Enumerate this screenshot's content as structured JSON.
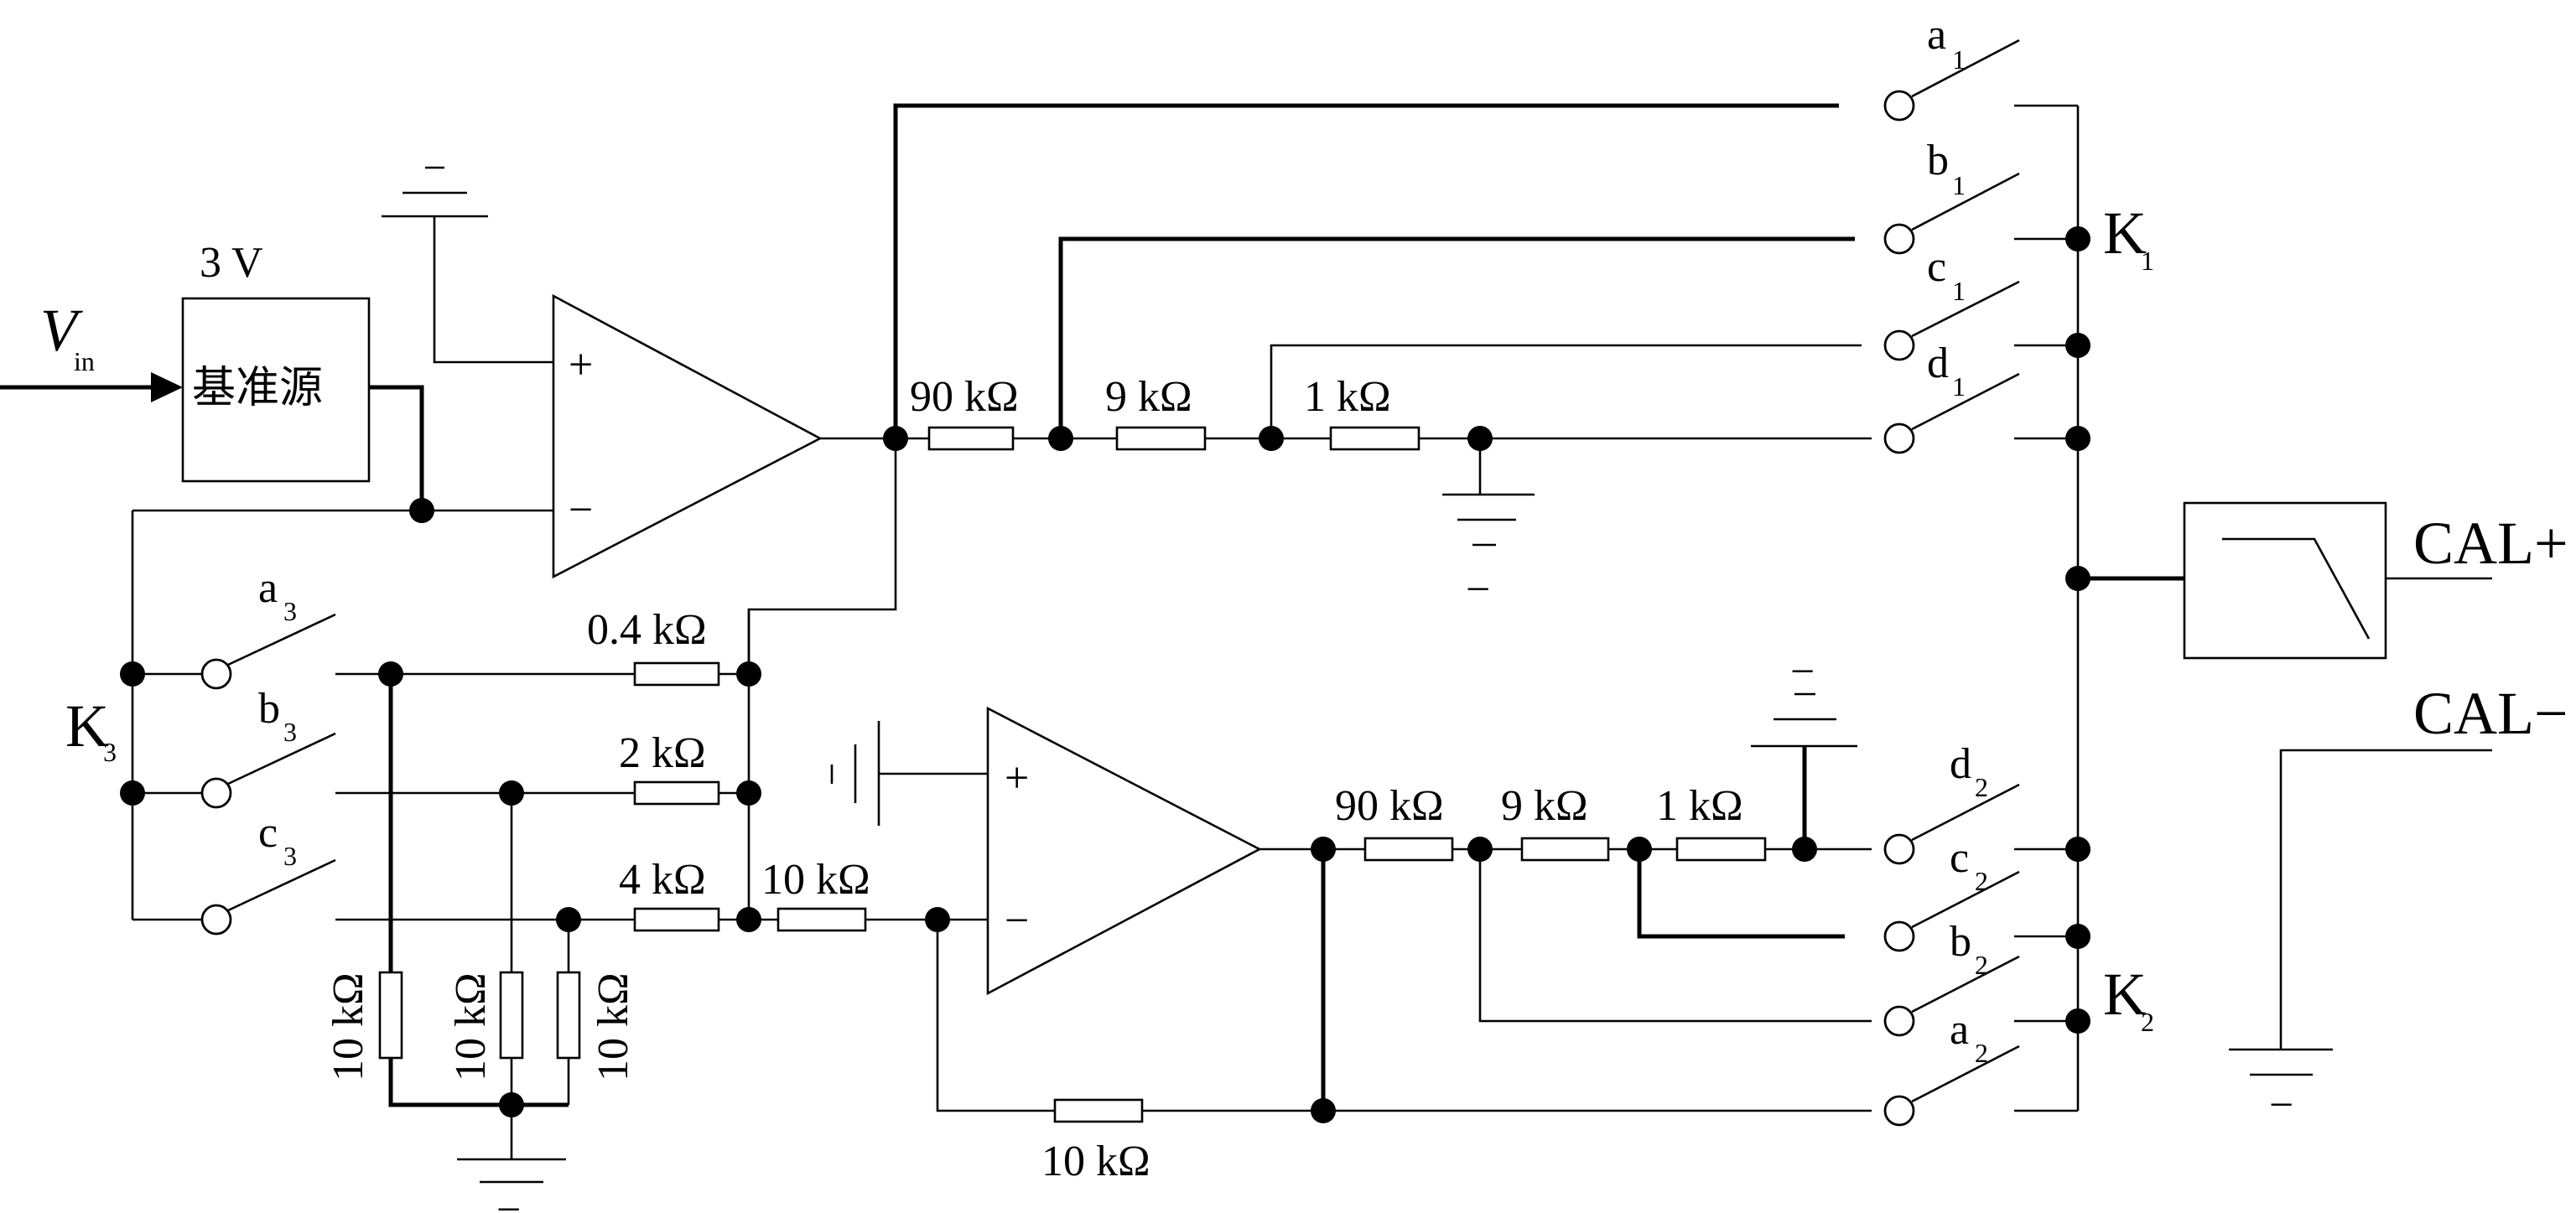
{
  "diagram": {
    "input": {
      "label": "V",
      "subscript": "in"
    },
    "reference": {
      "voltage_label": "3 V",
      "block_label": "基准源"
    },
    "opamp_upper": {
      "plus": "+",
      "minus": "−"
    },
    "opamp_lower": {
      "plus": "+",
      "minus": "−"
    },
    "ground_symbol": "−",
    "upper_divider": {
      "r1": "90 kΩ",
      "r2": "9 kΩ",
      "r3": "1 kΩ"
    },
    "lower_divider": {
      "r1": "90 kΩ",
      "r2": "9 kΩ",
      "r3": "1 kΩ"
    },
    "feedback_network": {
      "r_a3": "0.4 kΩ",
      "r_b3": "2 kΩ",
      "r_c3": "4 kΩ",
      "r_series": "10 kΩ",
      "r_feedback": "10 kΩ",
      "r_shunt_1": "10 kΩ",
      "r_shunt_2": "10 kΩ",
      "r_shunt_3": "10 kΩ"
    },
    "switch_k1": {
      "name": "K",
      "name_sub": "1",
      "contacts": [
        {
          "letter": "a",
          "sub": "1"
        },
        {
          "letter": "b",
          "sub": "1"
        },
        {
          "letter": "c",
          "sub": "1"
        },
        {
          "letter": "d",
          "sub": "1"
        }
      ]
    },
    "switch_k2": {
      "name": "K",
      "name_sub": "2",
      "contacts": [
        {
          "letter": "d",
          "sub": "2"
        },
        {
          "letter": "c",
          "sub": "2"
        },
        {
          "letter": "b",
          "sub": "2"
        },
        {
          "letter": "a",
          "sub": "2"
        }
      ]
    },
    "switch_k3": {
      "name": "K",
      "name_sub": "3",
      "contacts": [
        {
          "letter": "a",
          "sub": "3"
        },
        {
          "letter": "b",
          "sub": "3"
        },
        {
          "letter": "c",
          "sub": "3"
        }
      ]
    },
    "outputs": {
      "positive": "CAL+",
      "negative": "CAL−"
    }
  }
}
